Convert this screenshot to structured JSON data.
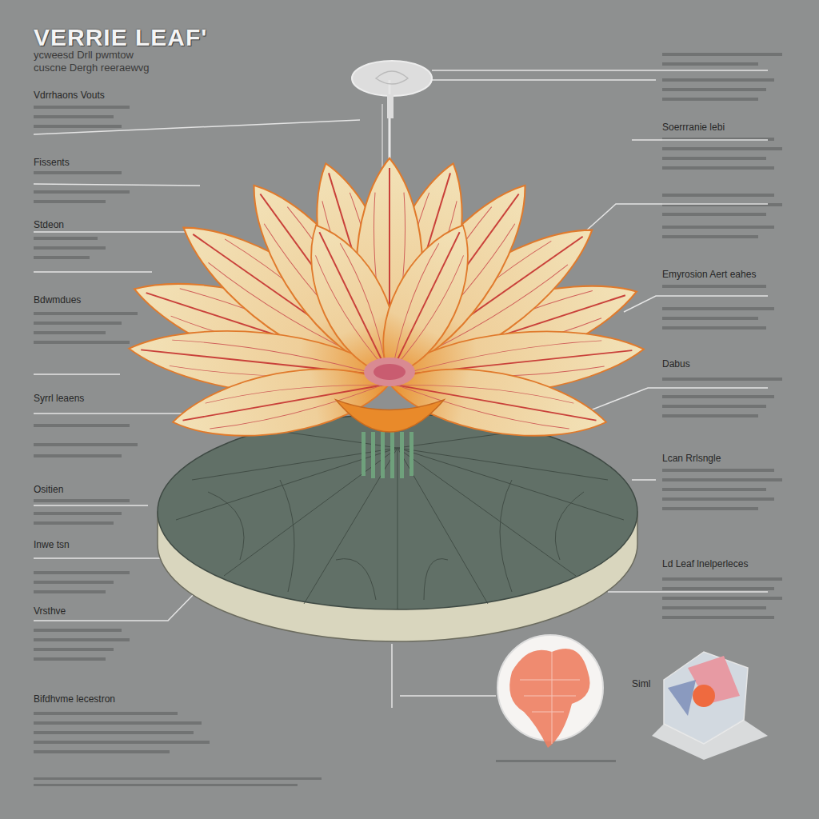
{
  "diagram": {
    "title": "VERRIE LEAF'",
    "labels": [
      "ycweesd Drll pwmtow",
      "cuscne Dergh reeraewvg",
      "Vdrrhaons Vouts",
      "Fissents",
      "Stdeon",
      "Bdwmdues",
      "Syrrl leaens",
      "Ositien",
      "Inwe tsn",
      "Vrsthve",
      "Bifdhvme lecestron",
      "Soerrranie lebi",
      "Emyrosion Aert eahes",
      "Dabus",
      "Lcan Rrlsngle",
      "Ld Leaf lnelperleces",
      "Siml"
    ]
  }
}
